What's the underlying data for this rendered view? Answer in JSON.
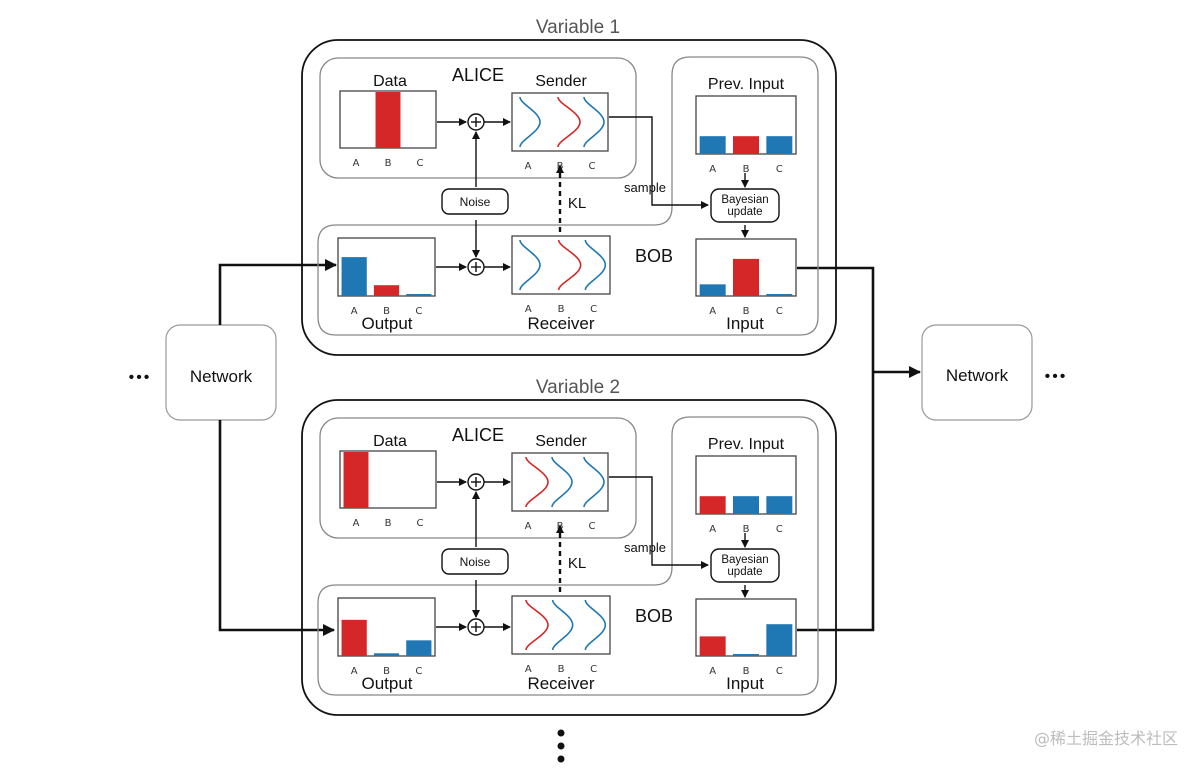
{
  "colors": {
    "red": "#d62728",
    "blue": "#1f77b4",
    "stroke": "#111111",
    "soft": "#888888"
  },
  "labels": {
    "network": "Network",
    "ellipsis": "•••",
    "alice": "ALICE",
    "bob": "BOB",
    "data": "Data",
    "sender": "Sender",
    "receiver": "Receiver",
    "output": "Output",
    "input": "Input",
    "prev_input": "Prev. Input",
    "noise": "Noise",
    "kl": "KL",
    "sample": "sample",
    "bayes_1": "Bayesian",
    "bayes_2": "update",
    "plus": "+"
  },
  "categories": [
    "A",
    "B",
    "C"
  ],
  "variables": [
    {
      "title": "Variable 1",
      "data": {
        "values": [
          0,
          1,
          0
        ],
        "colors": [
          "blue",
          "red",
          "blue"
        ]
      },
      "sender_highlight": 1,
      "receiver_highlight": 1,
      "output": {
        "values": [
          0.72,
          0.2,
          0.03
        ],
        "colors": [
          "blue",
          "red",
          "blue"
        ]
      },
      "prev_input": {
        "values": [
          0.33,
          0.33,
          0.33
        ],
        "colors": [
          "blue",
          "red",
          "blue"
        ]
      },
      "input": {
        "values": [
          0.22,
          0.7,
          0.03
        ],
        "colors": [
          "blue",
          "red",
          "blue"
        ]
      }
    },
    {
      "title": "Variable 2",
      "data": {
        "values": [
          1,
          0,
          0
        ],
        "colors": [
          "red",
          "blue",
          "blue"
        ]
      },
      "sender_highlight": 0,
      "receiver_highlight": 0,
      "output": {
        "values": [
          0.67,
          0.05,
          0.29
        ],
        "colors": [
          "red",
          "blue",
          "blue"
        ]
      },
      "prev_input": {
        "values": [
          0.33,
          0.33,
          0.33
        ],
        "colors": [
          "red",
          "blue",
          "blue"
        ]
      },
      "input": {
        "values": [
          0.37,
          0.03,
          0.6
        ],
        "colors": [
          "red",
          "blue",
          "blue"
        ]
      }
    }
  ],
  "watermark": "@稀土掘金技术社区"
}
